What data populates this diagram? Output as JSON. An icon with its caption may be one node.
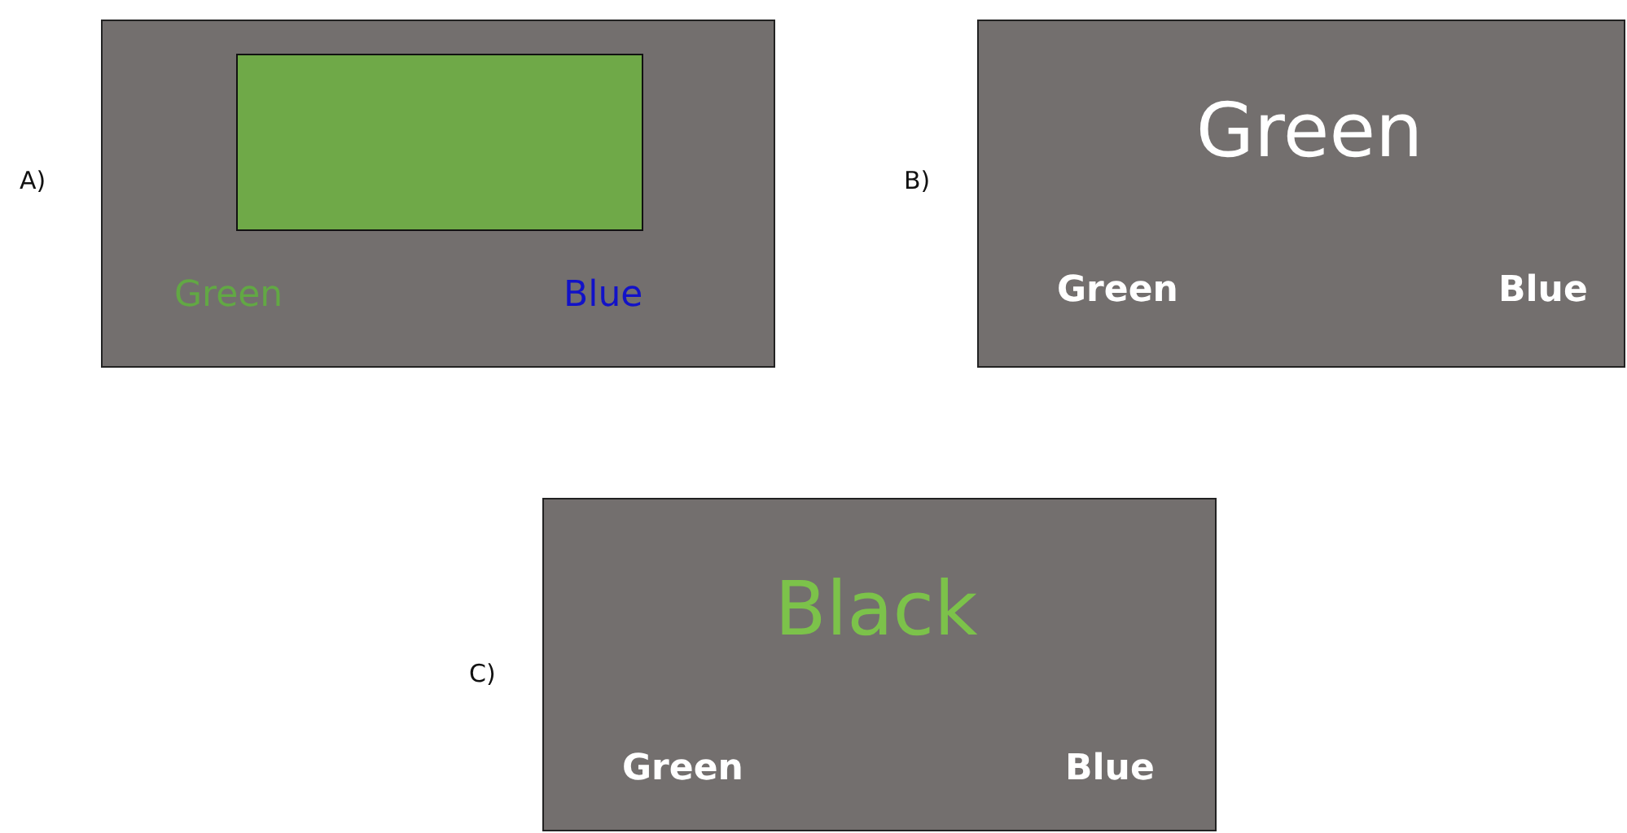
{
  "diagram": {
    "nodes": [
      {
        "text": [
          "Green",
          "Blue"
        ]
      },
      {
        "text": [],
        "shape": "box",
        "in": 0
      },
      {
        "text": [
          "Green",
          "Green",
          "Blue"
        ]
      },
      {
        "text": [
          "Black",
          "Green",
          "Blue"
        ]
      }
    ],
    "labels": [
      "A)",
      "B)",
      "C)"
    ]
  }
}
